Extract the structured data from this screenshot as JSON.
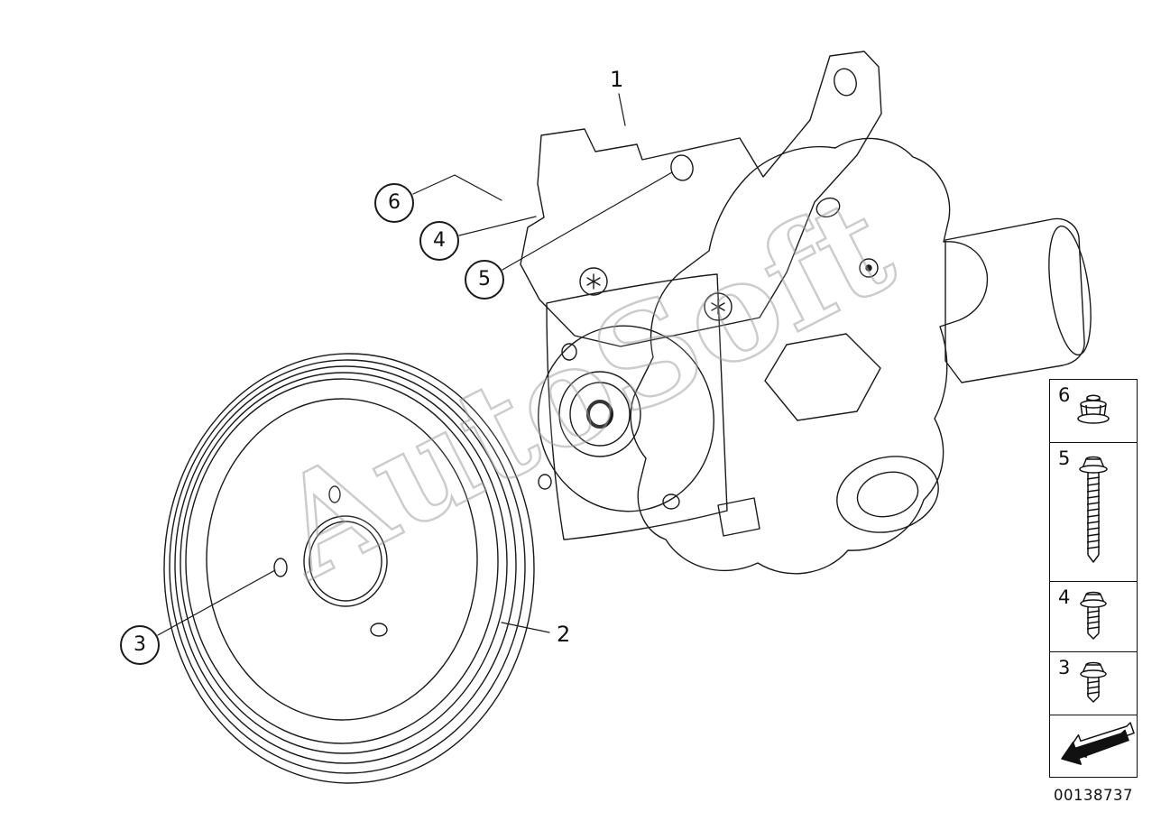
{
  "diagram": {
    "watermark": "AutoSoft",
    "part_number": "00138737",
    "callouts": {
      "c1": {
        "label": "1"
      },
      "c2": {
        "label": "2"
      },
      "c3": {
        "label": "3"
      },
      "c4": {
        "label": "4"
      },
      "c5": {
        "label": "5"
      },
      "c6": {
        "label": "6"
      }
    },
    "legend": {
      "nut": {
        "label": "6",
        "icon": "flange-nut-icon"
      },
      "bolt_long": {
        "label": "5",
        "icon": "hex-flange-bolt-long-icon"
      },
      "bolt_medium": {
        "label": "4",
        "icon": "hex-flange-bolt-medium-icon"
      },
      "bolt_short": {
        "label": "3",
        "icon": "hex-flange-bolt-short-icon"
      }
    }
  }
}
